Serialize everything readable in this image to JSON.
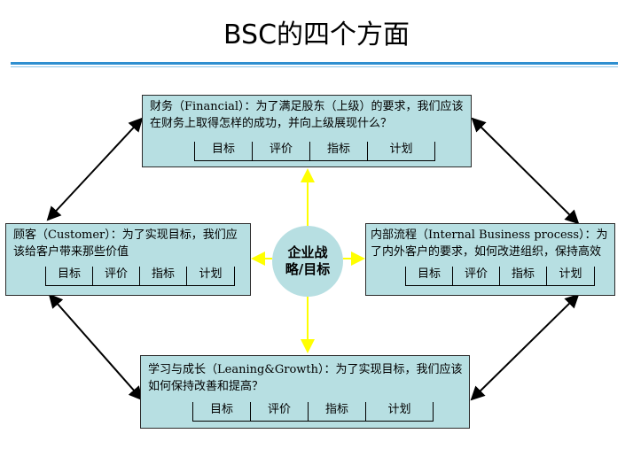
{
  "title": "BSC的四个方面",
  "center_label": "企业战略/目标",
  "boxes": {
    "financial": {
      "desc": "财务（Financial）：为了满足股东（上级）的要求，我们应该在财务上取得怎样的成功，并向上级展现什么？",
      "tabs": [
        "目标",
        "评价",
        "指标",
        "计划"
      ]
    },
    "customer": {
      "desc": "顾客（Customer）：为了实现目标，我们应该给客户带来那些价值",
      "tabs": [
        "目标",
        "评价",
        "指标",
        "计划"
      ]
    },
    "internal": {
      "desc": "内部流程（Internal Business process）：为了内外客户的要求，如何改进组织，保持高效",
      "tabs": [
        "目标",
        "评价",
        "指标",
        "计划"
      ]
    },
    "learning": {
      "desc": "学习与成长（Leaning&Growth）：为了实现目标，我们应该如何保持改善和提高？",
      "tabs": [
        "目标",
        "评价",
        "指标",
        "计划"
      ]
    }
  },
  "colors": {
    "box_fill": "#b7dfe2",
    "connector": "#ffff00",
    "rule": "#2e8fd0"
  }
}
